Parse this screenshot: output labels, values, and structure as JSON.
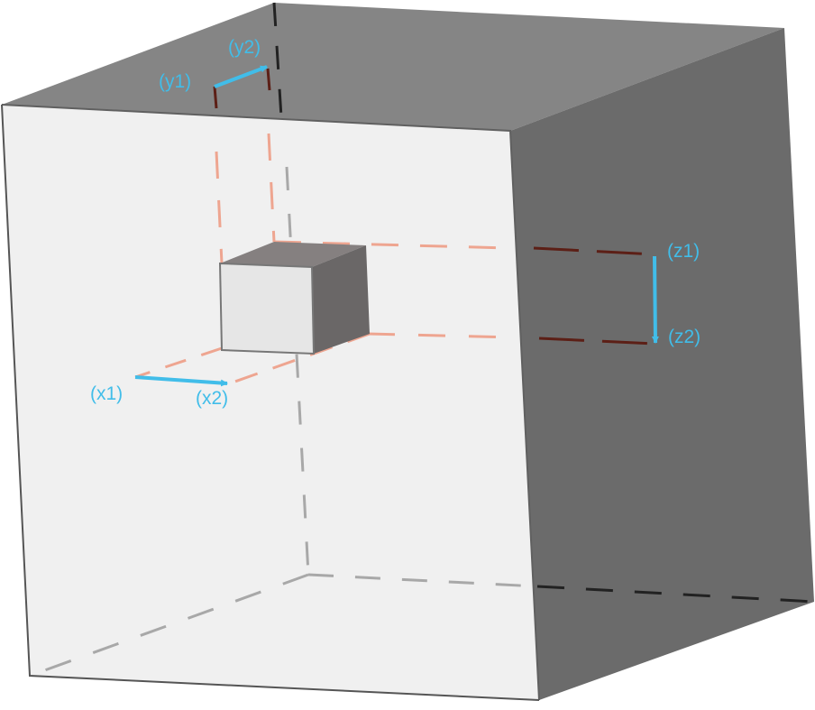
{
  "labels": {
    "x1": "(x1)",
    "x2": "(x2)",
    "y1": "(y1)",
    "y2": "(y2)",
    "z1": "(z1)",
    "z2": "(z2)"
  },
  "colors": {
    "front_face": "#f0f0f0",
    "top_face": "#858585",
    "side_face": "#6b6b6b",
    "edge_dark": "#3c3c3c",
    "hidden_edge": "#a8a8a8",
    "hidden_edge_dark": "#222222",
    "projection_light": "#eea590",
    "projection_dark": "#5c1f16",
    "arrow_blue": "#41bde9",
    "small_cube_front": "#e6e6e6",
    "small_cube_top": "#858080",
    "small_cube_side": "#6a6767"
  }
}
